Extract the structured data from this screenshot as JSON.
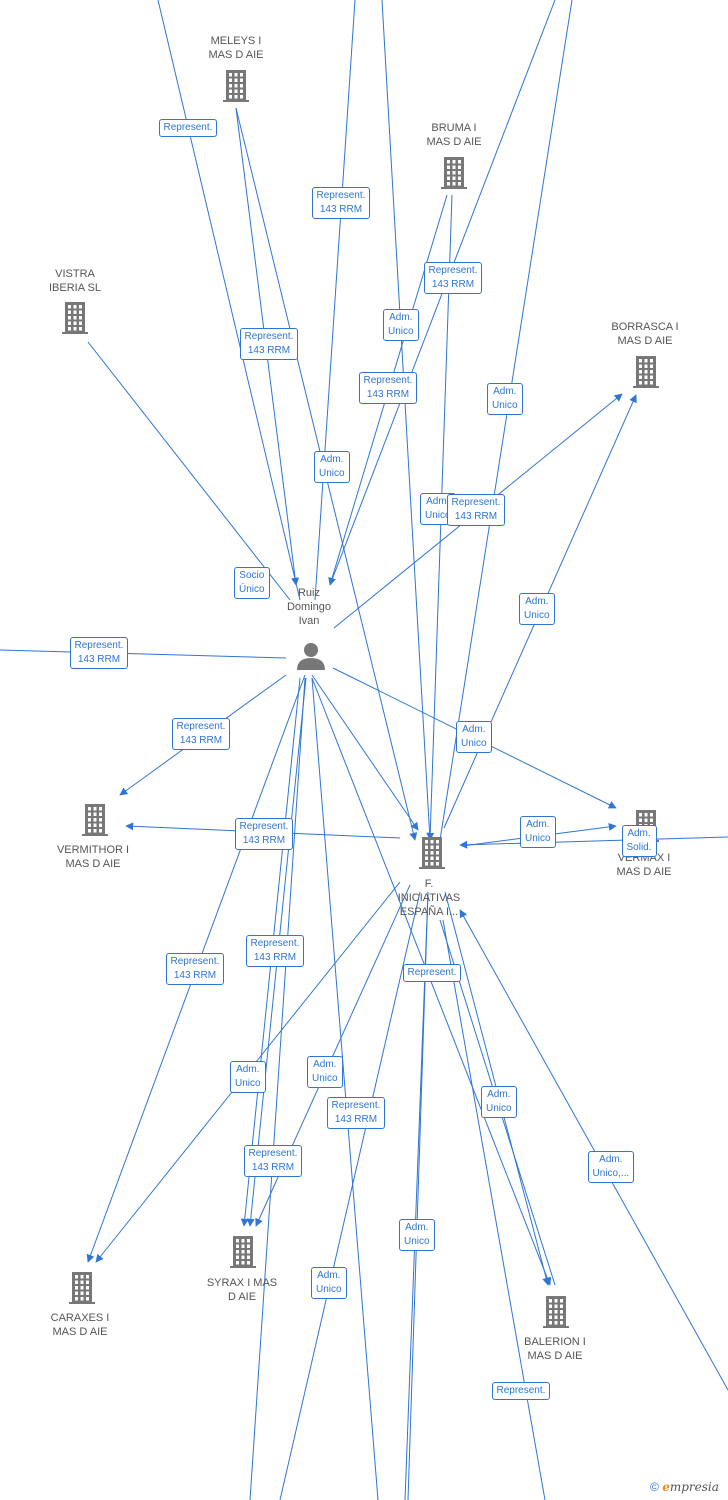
{
  "colors": {
    "edge": "#2f76d2",
    "node": "#777777",
    "label": "#555555"
  },
  "nodes": [
    {
      "id": "meleys",
      "lines": [
        "MELEYS I",
        "MAS D  AIE"
      ],
      "icon": "building-icon"
    },
    {
      "id": "bruma",
      "lines": [
        "BRUMA I",
        "MAS D  AIE"
      ],
      "icon": "building-icon"
    },
    {
      "id": "vistra",
      "lines": [
        "VISTRA",
        "IBERIA  SL"
      ],
      "icon": "building-icon"
    },
    {
      "id": "borrasca",
      "lines": [
        "BORRASCA I",
        "MAS D  AIE"
      ],
      "icon": "building-icon"
    },
    {
      "id": "ruiz",
      "lines": [
        "Ruiz",
        "Domingo",
        "Ivan"
      ],
      "icon": "person-icon"
    },
    {
      "id": "vermithor",
      "lines": [
        "VERMITHOR I",
        "MAS D  AIE"
      ],
      "icon": "building-icon"
    },
    {
      "id": "finiciativas",
      "lines": [
        "F.",
        "INICIATIVAS",
        "ESPAÑA I..."
      ],
      "icon": "building-icon"
    },
    {
      "id": "vermax",
      "lines": [
        "VERMAX I",
        "MAS D  AIE"
      ],
      "icon": "building-icon"
    },
    {
      "id": "caraxes",
      "lines": [
        "CARAXES I",
        "MAS D  AIE"
      ],
      "icon": "building-icon"
    },
    {
      "id": "syrax",
      "lines": [
        "SYRAX I MAS",
        "D  AIE"
      ],
      "icon": "building-icon"
    },
    {
      "id": "balerion",
      "lines": [
        "BALERION I",
        "MAS D  AIE"
      ],
      "icon": "building-icon"
    }
  ],
  "edge_labels": [
    {
      "lines": [
        "Represent."
      ]
    },
    {
      "lines": [
        "Represent.",
        "143 RRM"
      ]
    },
    {
      "lines": [
        "Represent.",
        "143 RRM"
      ]
    },
    {
      "lines": [
        "Adm.",
        "Unico"
      ]
    },
    {
      "lines": [
        "Represent.",
        "143 RRM"
      ]
    },
    {
      "lines": [
        "Represent.",
        "143 RRM"
      ]
    },
    {
      "lines": [
        "Adm.",
        "Unico"
      ]
    },
    {
      "lines": [
        "Adm.",
        "Unico"
      ]
    },
    {
      "lines": [
        "Adm.",
        "Unico"
      ]
    },
    {
      "lines": [
        "Represent.",
        "143 RRM"
      ]
    },
    {
      "lines": [
        "Socio",
        "Único"
      ]
    },
    {
      "lines": [
        "Adm.",
        "Unico"
      ]
    },
    {
      "lines": [
        "Represent.",
        "143 RRM"
      ]
    },
    {
      "lines": [
        "Represent.",
        "143 RRM"
      ]
    },
    {
      "lines": [
        "Represent.",
        "143 RRM"
      ]
    },
    {
      "lines": [
        "Adm.",
        "Unico"
      ]
    },
    {
      "lines": [
        "Adm.",
        "Unico"
      ]
    },
    {
      "lines": [
        "Adm.",
        "Solid."
      ]
    },
    {
      "lines": [
        "Represent.",
        "143 RRM"
      ]
    },
    {
      "lines": [
        "Represent.",
        "143 RRM"
      ]
    },
    {
      "lines": [
        "Represent."
      ]
    },
    {
      "lines": [
        "Adm.",
        "Unico"
      ]
    },
    {
      "lines": [
        "Adm.",
        "Unico"
      ]
    },
    {
      "lines": [
        "Represent.",
        "143 RRM"
      ]
    },
    {
      "lines": [
        "Adm.",
        "Unico"
      ]
    },
    {
      "lines": [
        "Represent.",
        "143 RRM"
      ]
    },
    {
      "lines": [
        "Adm.",
        "Unico,..."
      ]
    },
    {
      "lines": [
        "Adm.",
        "Unico"
      ]
    },
    {
      "lines": [
        "Adm.",
        "Unico"
      ]
    },
    {
      "lines": [
        "Represent."
      ]
    }
  ],
  "footer": {
    "copyright": "©",
    "brand_initial": "e",
    "brand_rest": "mpresia"
  }
}
